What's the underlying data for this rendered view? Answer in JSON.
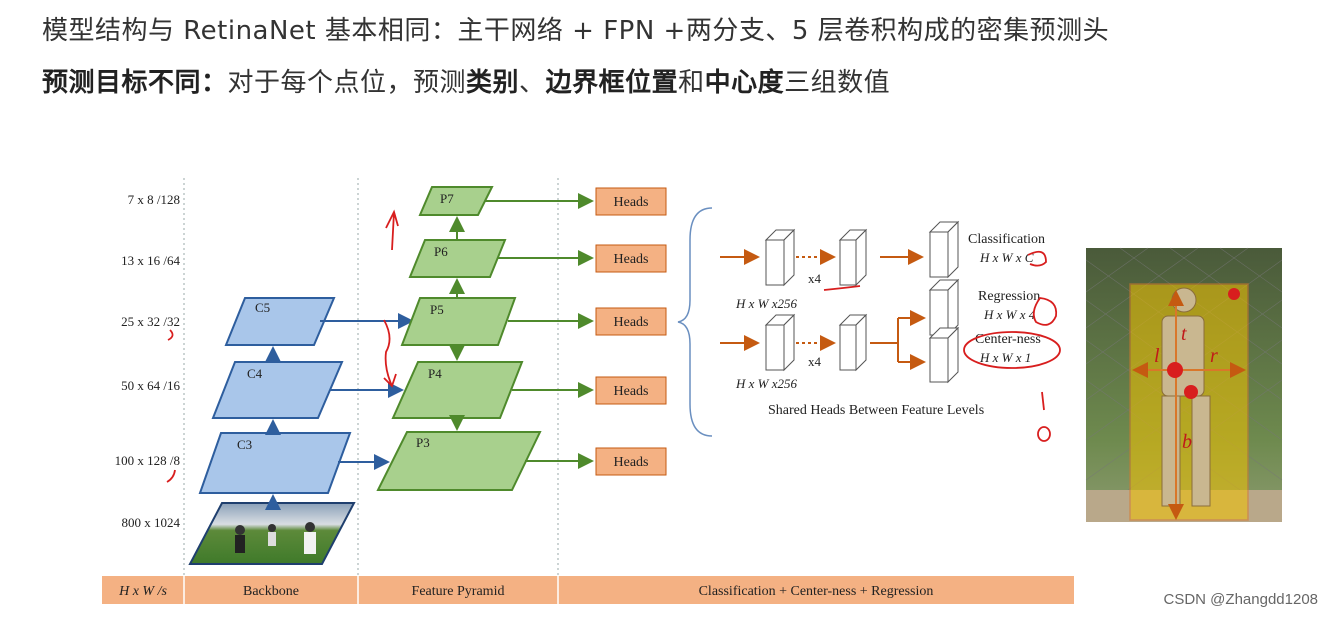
{
  "slide": {
    "line1": "模型结构与 RetinaNet 基本相同：主干网络 + FPN +两分支、5 层卷积构成的密集预测头",
    "line2": {
      "lead": "预测目标不同：",
      "t1": "对于每个点位，预测",
      "k1": "类别",
      "t2": "、",
      "k2": "边界框位置",
      "t3": "和",
      "k3": "中心度",
      "t4": "三组数值"
    }
  },
  "diagram": {
    "scales": [
      "7 x 8 /128",
      "13 x 16 /64",
      "25 x 32 /32",
      "50 x 64 /16",
      "100 x 128 /8",
      "800 x 1024"
    ],
    "backbone": [
      "C5",
      "C4",
      "C3"
    ],
    "pyramid": [
      "P7",
      "P6",
      "P5",
      "P4",
      "P3"
    ],
    "heads_label": "Heads",
    "bottom_bar": [
      "H x W /s",
      "Backbone",
      "Feature Pyramid",
      "Classification + Center-ness + Regression"
    ],
    "head_detail": {
      "x4": "x4",
      "hw256": "H x W x256",
      "cls": "Classification",
      "cls_dim": "H x W x C",
      "reg": "Regression",
      "reg_dim": "H x W x 4",
      "ctr": "Center-ness",
      "ctr_dim": "H x W x 1",
      "caption": "Shared Heads Between Feature Levels"
    },
    "box_labels": [
      "t",
      "l",
      "r",
      "b"
    ]
  },
  "watermark": "CSDN @Zhangdd1208",
  "colors": {
    "blue_fill": "#a9c6ea",
    "blue_stroke": "#2e5e9e",
    "green_fill": "#a8d08d",
    "green_stroke": "#4f8a2c",
    "head_fill": "#f4b183",
    "bar_fill": "#f4b183",
    "orange_arrow": "#c55a11",
    "red_ink": "#d81e1e"
  }
}
